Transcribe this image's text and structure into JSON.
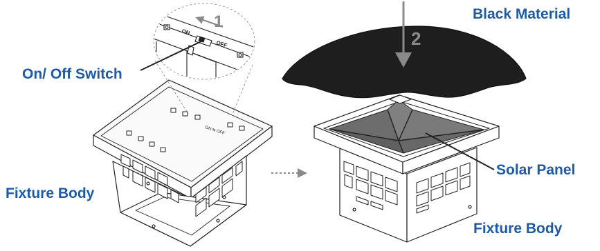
{
  "colors": {
    "label_blue": "#1d5ba6",
    "line": "#222222",
    "cover_fill": "#1e1e1e",
    "panel_fill": "#6d6d6d",
    "arrow_gray": "#808080"
  },
  "labels": {
    "on_off_switch": "On/ Off Switch",
    "fixture_body_left": "Fixture Body",
    "black_material": "Black Material",
    "solar_panel": "Solar Panel",
    "fixture_body_right": "Fixture Body"
  },
  "inset": {
    "step_number": "1",
    "switch_on": "ON",
    "switch_off": "OFF"
  },
  "cover": {
    "step_number": "2"
  },
  "left_fixture": {
    "switch_text": "ON ⇆ OFF"
  }
}
